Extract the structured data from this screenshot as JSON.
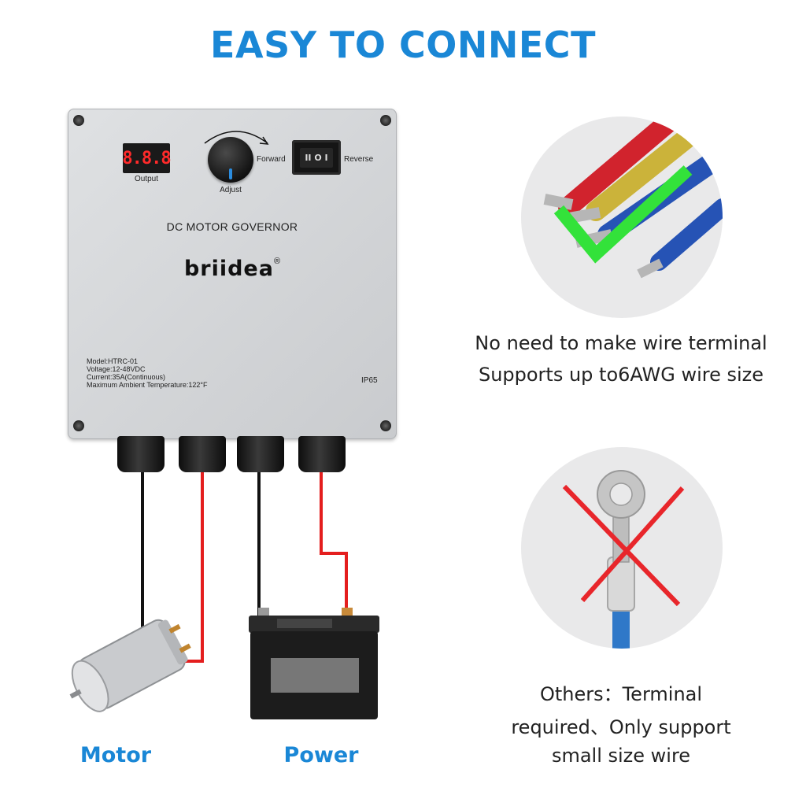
{
  "header": {
    "title": "EASY TO CONNECT"
  },
  "colors": {
    "accent_blue": "#1a87d6",
    "box_grey": "#d3d5d7",
    "wire_red": "#e41e1e",
    "wire_black": "#111111",
    "check_green": "#33e23a",
    "cross_red": "#e8262b"
  },
  "controller": {
    "display_digits": "8.8.8",
    "output_label": "Output",
    "adjust_label": "Adjust",
    "forward_label": "Forward",
    "reverse_label": "Reverse",
    "switch_glyph": "II O I",
    "product_name": "DC MOTOR GOVERNOR",
    "brand": "briidea",
    "registered": "®",
    "ip_rating": "IP65",
    "specs": [
      "Model:HTRC-01",
      "Voltage:12-48VDC",
      "Current:35A(Continuous)",
      "Maximum Ambient Temperature:122°F"
    ]
  },
  "labels": {
    "motor": "Motor",
    "power": "Power"
  },
  "panel_good": {
    "icon": "green-check-icon",
    "line1": "No need to make wire terminal",
    "line2": "Supports up to6AWG wire size"
  },
  "panel_bad": {
    "icon": "red-cross-icon",
    "line1": "Others：Terminal",
    "line2": "required、Only support",
    "line3": "small size wire"
  }
}
